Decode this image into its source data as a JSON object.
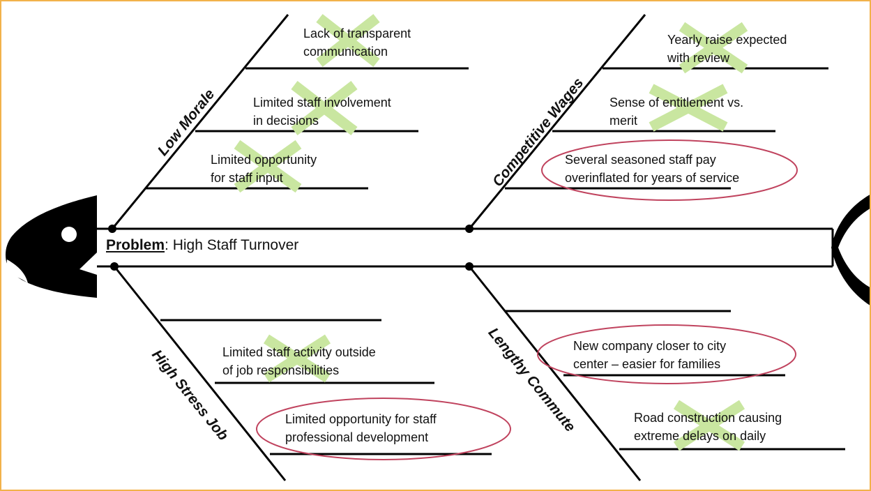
{
  "problem": {
    "label": "Problem",
    "separator": ": ",
    "text": "High Staff Turnover"
  },
  "colors": {
    "border": "#f2b24a",
    "ink": "#000000",
    "cross": "#c9e6a0",
    "circle": "#c0435e"
  },
  "categories": [
    {
      "name": "Low Morale",
      "causes": [
        {
          "lines": [
            "Lack of transparent",
            "communication"
          ],
          "status": "ruled-out"
        },
        {
          "lines": [
            "Limited staff involvement",
            "in decisions"
          ],
          "status": "ruled-out"
        },
        {
          "lines": [
            "Limited opportunity",
            "for staff input"
          ],
          "status": "ruled-out"
        }
      ]
    },
    {
      "name": "Competitive Wages",
      "causes": [
        {
          "lines": [
            "Yearly raise expected",
            "with review"
          ],
          "status": "ruled-out"
        },
        {
          "lines": [
            "Sense of entitlement vs.",
            "merit"
          ],
          "status": "ruled-out"
        },
        {
          "lines": [
            "Several seasoned staff pay",
            "overinflated for years of service"
          ],
          "status": "likely-root-cause"
        }
      ]
    },
    {
      "name": "High Stress Job",
      "causes": [
        {
          "lines": [
            "Limited staff activity outside",
            "of job responsibilities"
          ],
          "status": "ruled-out"
        },
        {
          "lines": [
            "Limited opportunity for staff",
            "professional development"
          ],
          "status": "likely-root-cause"
        }
      ]
    },
    {
      "name": "Lengthy Commute",
      "causes": [
        {
          "lines": [
            "New company closer to city",
            "center – easier for families"
          ],
          "status": "likely-root-cause"
        },
        {
          "lines": [
            "Road construction causing",
            "extreme delays on daily"
          ],
          "status": "ruled-out"
        }
      ]
    }
  ]
}
